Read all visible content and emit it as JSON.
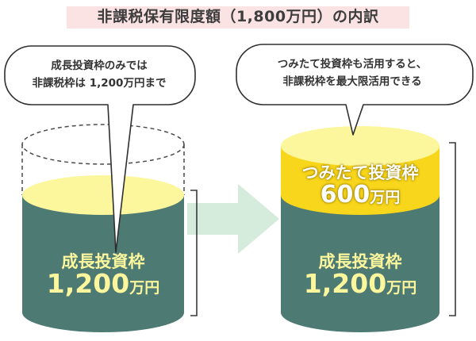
{
  "title": "非課税保有限度額（1,800万円）の内訳",
  "left": {
    "bubble_line1": "成長投資枠のみでは",
    "bubble_line2": "非課税枠は 1,200万円まで",
    "label": "成長投資枠",
    "amount": "1,200",
    "unit": "万円"
  },
  "right": {
    "bubble_line1": "つみたて投資枠も活用すると、",
    "bubble_line2": "非課税枠を最大限活用できる",
    "top_label": "つみたて投資枠",
    "top_amount": "600",
    "top_unit": "万円",
    "bottom_label": "成長投資枠",
    "bottom_amount": "1,200",
    "bottom_unit": "万円"
  },
  "colors": {
    "cylinder_body": "#4e7a74",
    "cylinder_top": "#fcf79d",
    "gold_band": "#f7d61b",
    "arrow": "#d5ebdb",
    "bracket": "#3a3a3a",
    "title_band": "#fbe3e3"
  }
}
